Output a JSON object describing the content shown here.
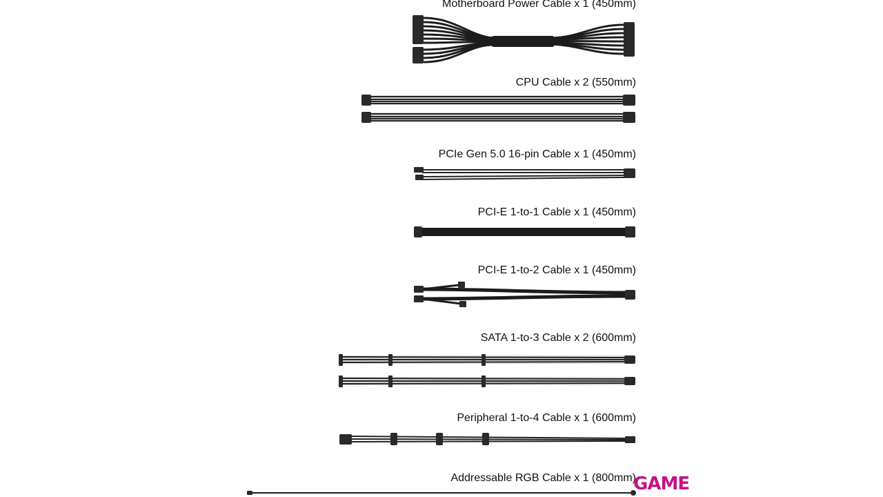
{
  "cables": [
    {
      "id": "motherboard",
      "label": "Motherboard Power  Cable x 1 (450mm)"
    },
    {
      "id": "cpu",
      "label": "CPU Cable x 2 (550mm)"
    },
    {
      "id": "pcie-gen5",
      "label": "PCIe Gen 5.0 16-pin Cable x 1 (450mm)"
    },
    {
      "id": "pcie-1to1",
      "label": "PCI-E 1-to-1 Cable x 1 (450mm)"
    },
    {
      "id": "pcie-1to2",
      "label": "PCI-E 1-to-2 Cable x 1 (450mm)"
    },
    {
      "id": "sata",
      "label": "SATA 1-to-3 Cable x 2 (600mm)"
    },
    {
      "id": "peripheral",
      "label": "Peripheral 1-to-4 Cable x 1 (600mm)"
    },
    {
      "id": "argb",
      "label": "Addressable RGB Cable x 1 (800mm)"
    }
  ],
  "logo": {
    "text": "GAME",
    "color": "#c4128a"
  },
  "colors": {
    "cable": "#1c1c1c",
    "connector": "#2a2a2a",
    "highlight": "#9a9a9a"
  }
}
